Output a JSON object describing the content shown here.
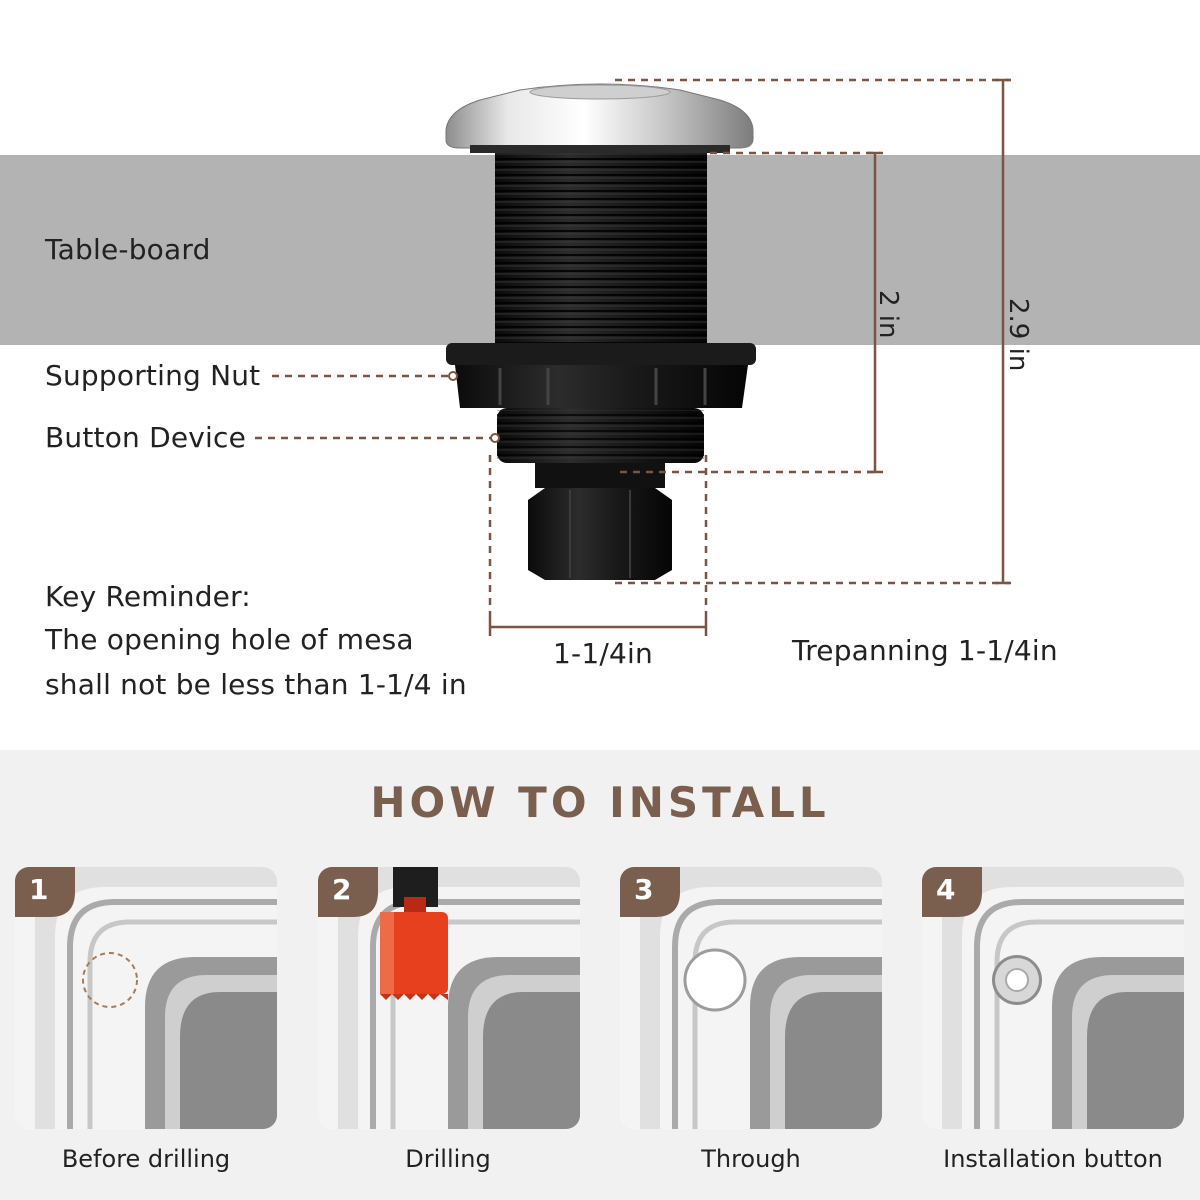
{
  "labels": {
    "table_board": "Table-board",
    "supporting_nut": "Supporting Nut",
    "button_device": "Button Device",
    "key_reminder_title": "Key Reminder:",
    "key_reminder_line1": "The opening hole of mesa",
    "key_reminder_line2": "shall not be less than 1-1/4 in"
  },
  "dimensions": {
    "height_thread": "2 in",
    "height_total": "2.9 in",
    "width_bottom": "1-1/4in",
    "trepanning": "Trepanning 1-1/4in"
  },
  "install": {
    "title": "HOW TO INSTALL",
    "steps": [
      {
        "number": "1",
        "caption": "Before drilling",
        "icon": "sink-corner-marked-icon"
      },
      {
        "number": "2",
        "caption": "Drilling",
        "icon": "hole-saw-drill-icon"
      },
      {
        "number": "3",
        "caption": "Through",
        "icon": "sink-hole-icon"
      },
      {
        "number": "4",
        "caption": "Installation button",
        "icon": "installed-button-icon"
      }
    ]
  },
  "colors": {
    "accent_brown": "#7a5e4e",
    "board_gray": "#b3b3b3",
    "dimension_line": "#7a5545"
  }
}
